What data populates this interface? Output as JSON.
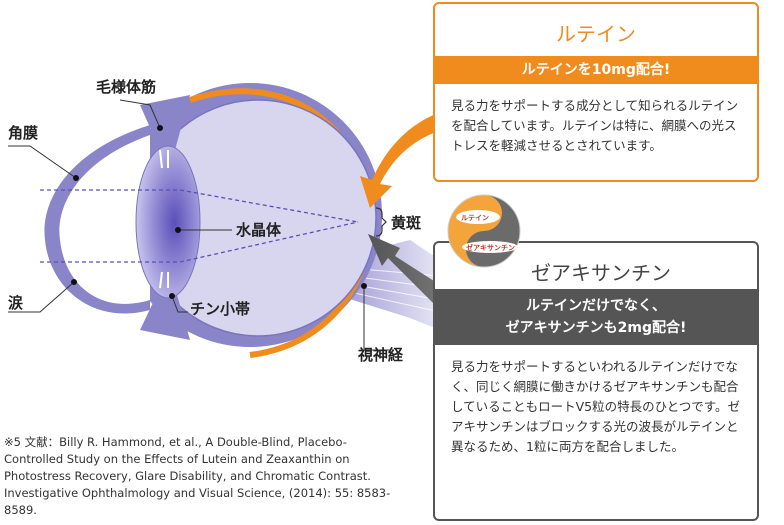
{
  "labels": {
    "ciliary": "毛様体筋",
    "cornea": "角膜",
    "lens": "水晶体",
    "zonule": "チン小帯",
    "tears": "涙",
    "macula": "黄斑",
    "optic_nerve": "視神経"
  },
  "lutein": {
    "title": "ルテイン",
    "band": "ルテインを10mg配合!",
    "body": "見る力をサポートする成分として知られるルテインを配合しています。ルテインは特に、網膜への光ストレスを軽減させるとされています。"
  },
  "zeaxanthin": {
    "title": "ゼアキサンチン",
    "band_line1": "ルテインだけでなく、",
    "band_line2": "ゼアキサンチンも2mg配合!",
    "body": "見る力をサポートするといわれるルテインだけでなく、同じく網膜に働きかけるゼアキサンチンも配合していることもロートV5粒の特長のひとつです。ゼアキサンチンはブロックする光の波長がルテインと異なるため、1粒に両方を配合しました。"
  },
  "badge": {
    "top_text": "ルテイン",
    "bottom_text": "ゼアキサンチン"
  },
  "reference": "※5 文献：Billy R. Hammond, et al., A Double-Blind, Placebo-Controlled Study on the Effects of Lutein and Zeaxanthin on Photostress Recovery, Glare Disability, and Chromatic Contrast. Investigative Ophthalmology and Visual Science, (2014): 55: 8583-8589.",
  "colors": {
    "lutein_orange": "#f08c1e",
    "zeaxanthin_gray": "#555555",
    "eye_outer": "#8a84c8",
    "eye_inner": "#d8d5ef",
    "lens_dark": "#5a4fb8"
  }
}
